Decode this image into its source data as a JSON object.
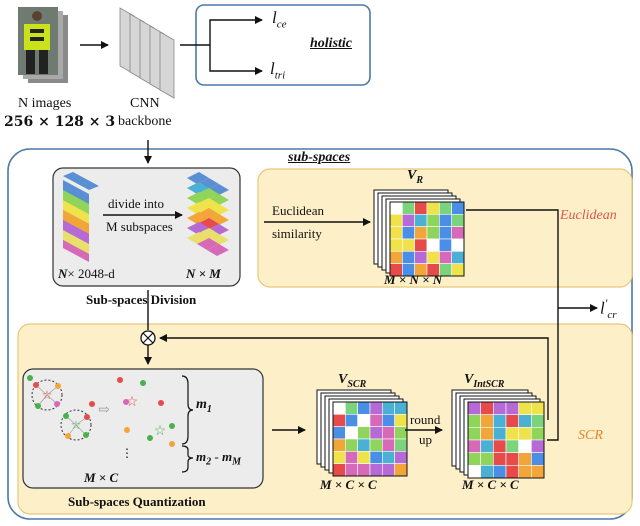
{
  "input": {
    "line1": "N images",
    "line2": "256 × 128 × 3"
  },
  "backbone": {
    "line1": "CNN",
    "line2": "backbone"
  },
  "holistic": {
    "loss_ce": "l",
    "loss_ce_sub": "ce",
    "loss_tri": "l",
    "loss_tri_sub": "tri",
    "label": "holistic"
  },
  "subspaces": {
    "title": "sub-spaces"
  },
  "division": {
    "arrow_line1": "divide into",
    "arrow_line2": "M subspaces",
    "left_label_var": "N",
    "left_label_rest": "× 2048-d",
    "right_label": "N × M",
    "caption": "Sub-spaces Division"
  },
  "euclidean": {
    "arrow_line1": "Euclidean",
    "arrow_line2": "similarity",
    "matrix_label": "V",
    "matrix_sub": "R",
    "dims": "M × N × N",
    "region_label": "Euclidean"
  },
  "loss_cr": {
    "main": "l",
    "sub": "cr",
    "prime": "′"
  },
  "quantization": {
    "m1": "m",
    "m1_sub": "1",
    "m2": "m",
    "m2_sub": "2",
    "dash": " - ",
    "mM": "m",
    "mM_sub": "M",
    "dots": "⋮",
    "dims": "M × C",
    "caption": "Sub-spaces Quantization"
  },
  "scr": {
    "matrix_label": "V",
    "matrix_sub": "SCR",
    "dims": "M × C × C",
    "round_line1": "round",
    "round_line2": "up",
    "int_label": "V",
    "int_sub": "IntSCR",
    "int_dims": "M × C × C",
    "region_label": "SCR"
  },
  "colors": {
    "region_fill": "#fdf0c8",
    "region_stroke": "#e8c77a",
    "outer_stroke": "#4a7aa8",
    "euclidean_label": "#e0554a",
    "scr_label": "#e8842a"
  }
}
